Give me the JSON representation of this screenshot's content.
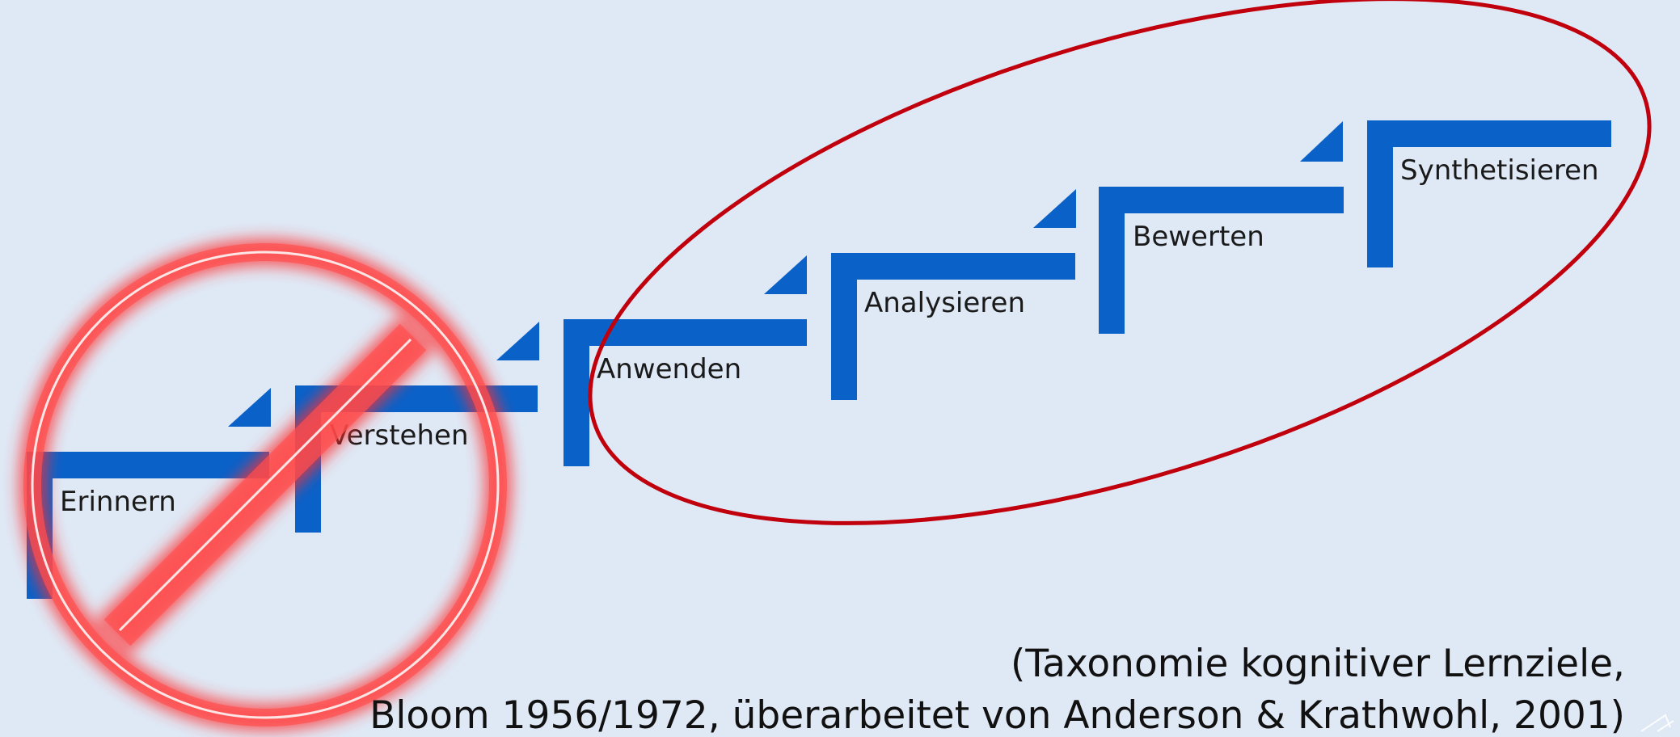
{
  "diagram": {
    "steps": [
      {
        "label": "Erinnern"
      },
      {
        "label": "Verstehen"
      },
      {
        "label": "Anwenden"
      },
      {
        "label": "Analysieren"
      },
      {
        "label": "Bewerten"
      },
      {
        "label": "Synthetisieren"
      }
    ],
    "step_color": "#0a62c9",
    "highlight_ellipse_color": "#c0000c",
    "prohibited_sign_color": "#ff3b3b"
  },
  "citation": {
    "line1": "(Taxonomie kognitiver Lernziele,",
    "line2": "Bloom 1956/1972, überarbeitet von Anderson & Krathwohl, 2001)"
  },
  "icons": {
    "prohibited": "no-entry-icon",
    "corner": "page-curl-icon"
  }
}
